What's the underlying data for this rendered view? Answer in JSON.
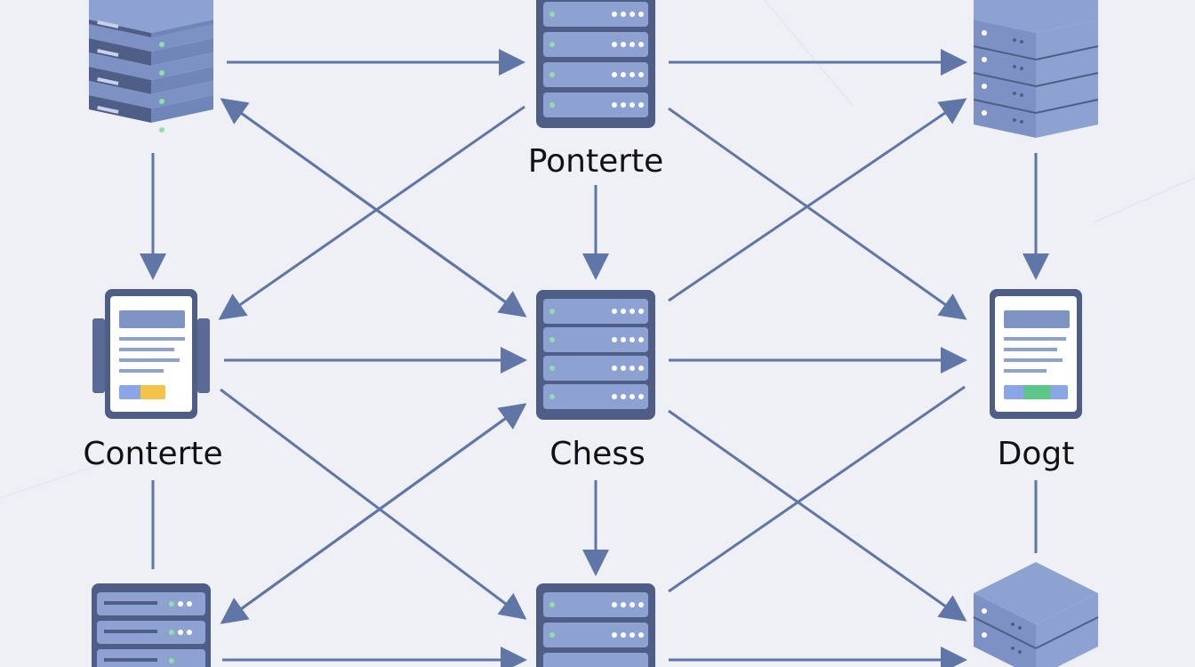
{
  "labels": {
    "top_center": "Ponterte",
    "middle_left": "Conterte",
    "middle_center": "Chess",
    "middle_right": "Dogt"
  },
  "nodes": [
    {
      "id": "top-left-server-stack",
      "kind": "server-stack-3d"
    },
    {
      "id": "top-center-server-rack",
      "kind": "server-rack",
      "label_key": "top_center"
    },
    {
      "id": "top-right-server-stack",
      "kind": "server-stack-3d"
    },
    {
      "id": "middle-left-document-panel",
      "kind": "document-panel",
      "label_key": "middle_left"
    },
    {
      "id": "middle-center-server-rack",
      "kind": "server-rack",
      "label_key": "middle_center"
    },
    {
      "id": "middle-right-document-panel",
      "kind": "document-panel",
      "label_key": "middle_right"
    },
    {
      "id": "bottom-left-server-rack",
      "kind": "server-rack"
    },
    {
      "id": "bottom-center-server-rack",
      "kind": "server-rack"
    },
    {
      "id": "bottom-right-server-stack",
      "kind": "server-stack-3d"
    }
  ],
  "colors": {
    "background": "#eef0f6",
    "arrow": "#5f76a6",
    "server_body": "#8ea2d2",
    "server_dark": "#4f5e86",
    "led": "#8fe0a8",
    "panel_bar": "#7f93c4",
    "panel_accent_blue": "#8aa6e6",
    "panel_accent_yellow": "#f5c24a",
    "panel_accent_green": "#5cc58a"
  }
}
